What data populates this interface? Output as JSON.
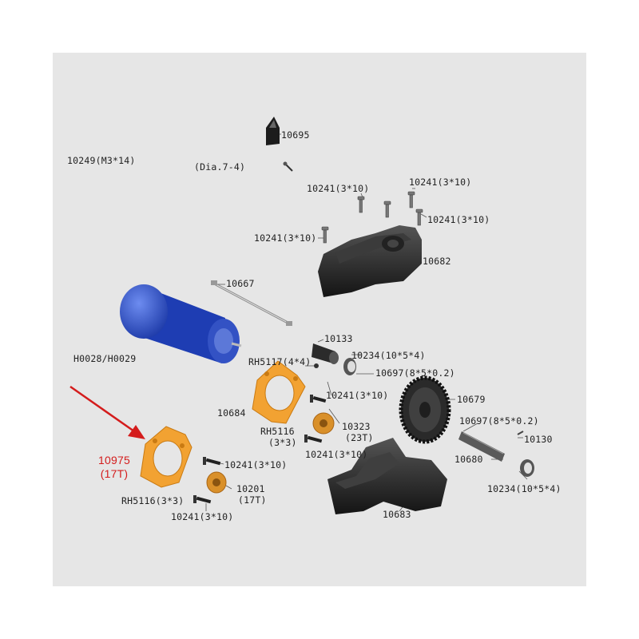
{
  "labels": {
    "p10249": "10249(M3*14)",
    "p10695": "10695",
    "dia": "(Dia.7-4)",
    "p10241_a": "10241(3*10)",
    "p10241_b": "10241(3*10)",
    "p10241_c": "10241(3*10)",
    "p10241_d": "10241(3*10)",
    "p10682": "10682",
    "p10667": "10667",
    "motor": "H0028/H0029",
    "p10133": "10133",
    "rh5117": "RH5117(4*4)",
    "p10234_a": "10234(10*5*4)",
    "p10697_a": "10697(8*5*0.2)",
    "p10679": "10679",
    "p10241_e": "10241(3*10)",
    "p10684": "10684",
    "p10323": "10323",
    "t23": "(23T)",
    "rh5116_a": "RH5116",
    "rh5116_a2": "(3*3)",
    "p10241_f": "10241(3*10)",
    "p10697_b": "10697(8*5*0.2)",
    "p10130": "10130",
    "p10680": "10680",
    "p10234_b": "10234(10*5*4)",
    "p10683": "10683",
    "p10241_g": "10241(3*10)",
    "p10201": "10201",
    "t17": "(17T)",
    "rh5116_b": "RH5116(3*3)",
    "p10241_h": "10241(3*10)",
    "highlight_part": "10975",
    "highlight_teeth": "(17T)"
  },
  "colors": {
    "panel_bg": "#e6e6e6",
    "highlight": "#d41c1c",
    "orange_part": "#f2a232",
    "motor_blue": "#2f52c8",
    "dark_part": "#1e1e1e"
  }
}
